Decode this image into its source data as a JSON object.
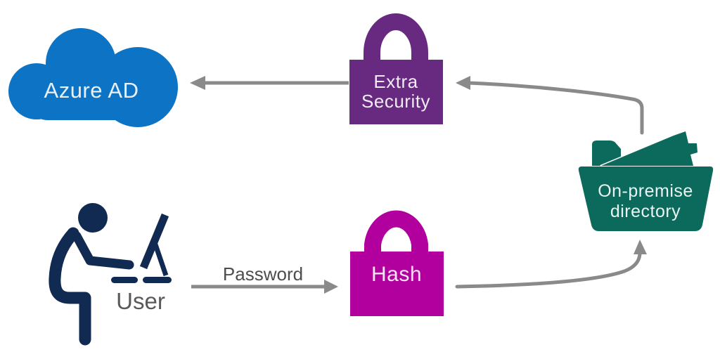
{
  "background": "#ffffff",
  "nodes": {
    "azure_ad": {
      "label": "Azure AD",
      "color": "#0d73c4",
      "text_color": "#e8f1fa"
    },
    "extra_security": {
      "label_line1": "Extra",
      "label_line2": "Security",
      "color": "#682a80",
      "text_color": "#f2eaf5"
    },
    "hash": {
      "label": "Hash",
      "color": "#b1009e",
      "text_color": "#f8e3f4"
    },
    "on_premise_directory": {
      "label_line1": "On-premise",
      "label_line2": "directory",
      "color": "#0c6a5c",
      "text_color": "#e9f3f1"
    },
    "user": {
      "label": "User",
      "icon_color": "#112a52",
      "label_color": "#595959"
    }
  },
  "edges": {
    "arrow_color": "#8a8a8a",
    "password": {
      "label": "Password",
      "label_color": "#4d4d4d",
      "from": "user",
      "to": "hash"
    },
    "hash_to_directory": {
      "from": "hash",
      "to": "on_premise_directory"
    },
    "directory_to_extra_security": {
      "from": "on_premise_directory",
      "to": "extra_security"
    },
    "extra_security_to_azure_ad": {
      "from": "extra_security",
      "to": "azure_ad"
    }
  }
}
